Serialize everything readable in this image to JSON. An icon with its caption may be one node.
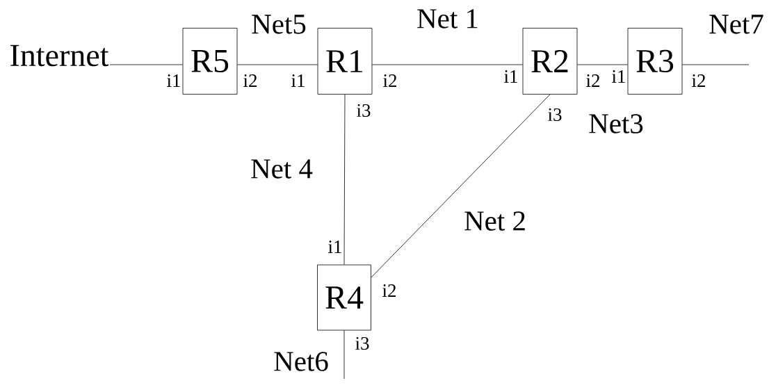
{
  "diagram": {
    "nodes": [
      {
        "text": [
          "Internet"
        ]
      },
      {
        "text": [
          "R5"
        ],
        "beside": [
          "i1",
          "i2"
        ]
      },
      {
        "text": [
          "R1"
        ],
        "beside": [
          "i1",
          "i2",
          "i3"
        ]
      },
      {
        "text": [
          "R2"
        ],
        "beside": [
          "i1",
          "i2",
          "i3"
        ]
      },
      {
        "text": [
          "R3"
        ],
        "beside": [
          "i1",
          "i2"
        ]
      },
      {
        "text": [
          "R4"
        ],
        "beside": [
          "i1",
          "i2",
          "i3"
        ]
      }
    ],
    "edges": [
      {
        "from": 0,
        "to": 1,
        "arrow": "none"
      },
      {
        "from": 1,
        "to": 2,
        "arrow": "none",
        "label": "Net5"
      },
      {
        "from": 2,
        "to": 3,
        "arrow": "none",
        "label": "Net 1"
      },
      {
        "from": 3,
        "to": 4,
        "arrow": "none",
        "label": "Net3"
      },
      {
        "from": 4,
        "to": null,
        "arrow": "none",
        "label": "Net7"
      },
      {
        "from": 2,
        "to": 5,
        "arrow": "none",
        "label": "Net 4"
      },
      {
        "from": 3,
        "to": 5,
        "arrow": "none",
        "label": "Net 2"
      },
      {
        "from": 5,
        "to": null,
        "arrow": "none",
        "label": "Net6"
      }
    ]
  }
}
